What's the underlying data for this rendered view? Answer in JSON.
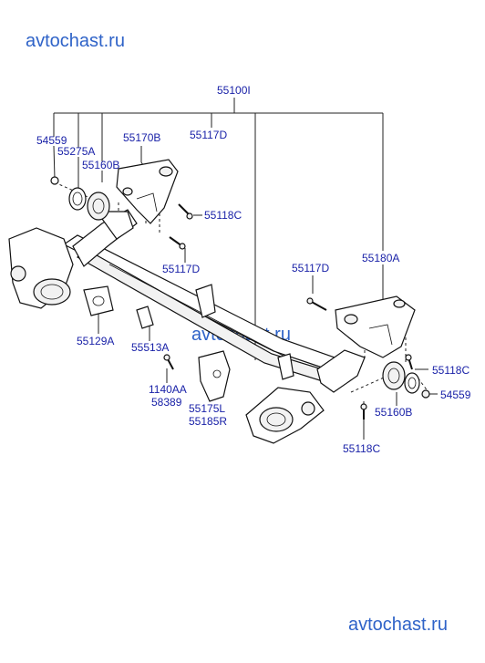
{
  "watermarks": {
    "top_left": "avtochast.ru",
    "center": "avtochast.ru",
    "bottom_right": "avtochast.ru"
  },
  "labels": {
    "p55100I": "55100I",
    "p54559_left": "54559",
    "p55275A": "55275A",
    "p55160B_left": "55160B",
    "p55170B": "55170B",
    "p55117D_top": "55117D",
    "p55118C_upper": "55118C",
    "p55117D_mid": "55117D",
    "p55117D_right": "55117D",
    "p55180A": "55180A",
    "p55129A": "55129A",
    "p55513A": "55513A",
    "p1140AA": "1140AA",
    "p58389": "58389",
    "p55175L": "55175L",
    "p55185R": "55185R",
    "p55118C_right": "55118C",
    "p54559_right": "54559",
    "p55160B_right": "55160B",
    "p55118C_bottom": "55118C"
  }
}
